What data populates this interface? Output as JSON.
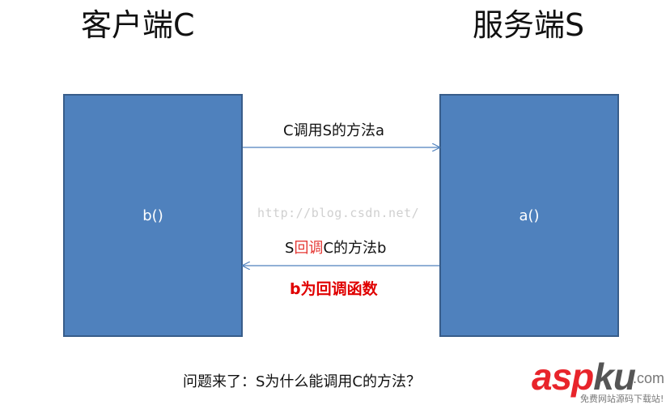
{
  "titles": {
    "client": "客户端C",
    "server": "服务端S"
  },
  "boxes": {
    "client_method": "b()",
    "server_method": "a()"
  },
  "arrows": {
    "call_label": "C调用S的方法a",
    "callback_label_prefix": "S",
    "callback_label_highlight": "回调",
    "callback_label_suffix": "C的方法b",
    "callback_func_label": "b为回调函数"
  },
  "watermark": "http://blog.csdn.net/",
  "question": "问题来了：S为什么能调用C的方法？",
  "logo": {
    "asp": "asp",
    "ku": "ku",
    "com": ".com",
    "tagline": "免费网站源码下载站!"
  },
  "colors": {
    "box_fill": "#4f81bd",
    "box_border": "#385d8a",
    "arrow": "#4f81bd",
    "highlight_red": "#e53935"
  }
}
